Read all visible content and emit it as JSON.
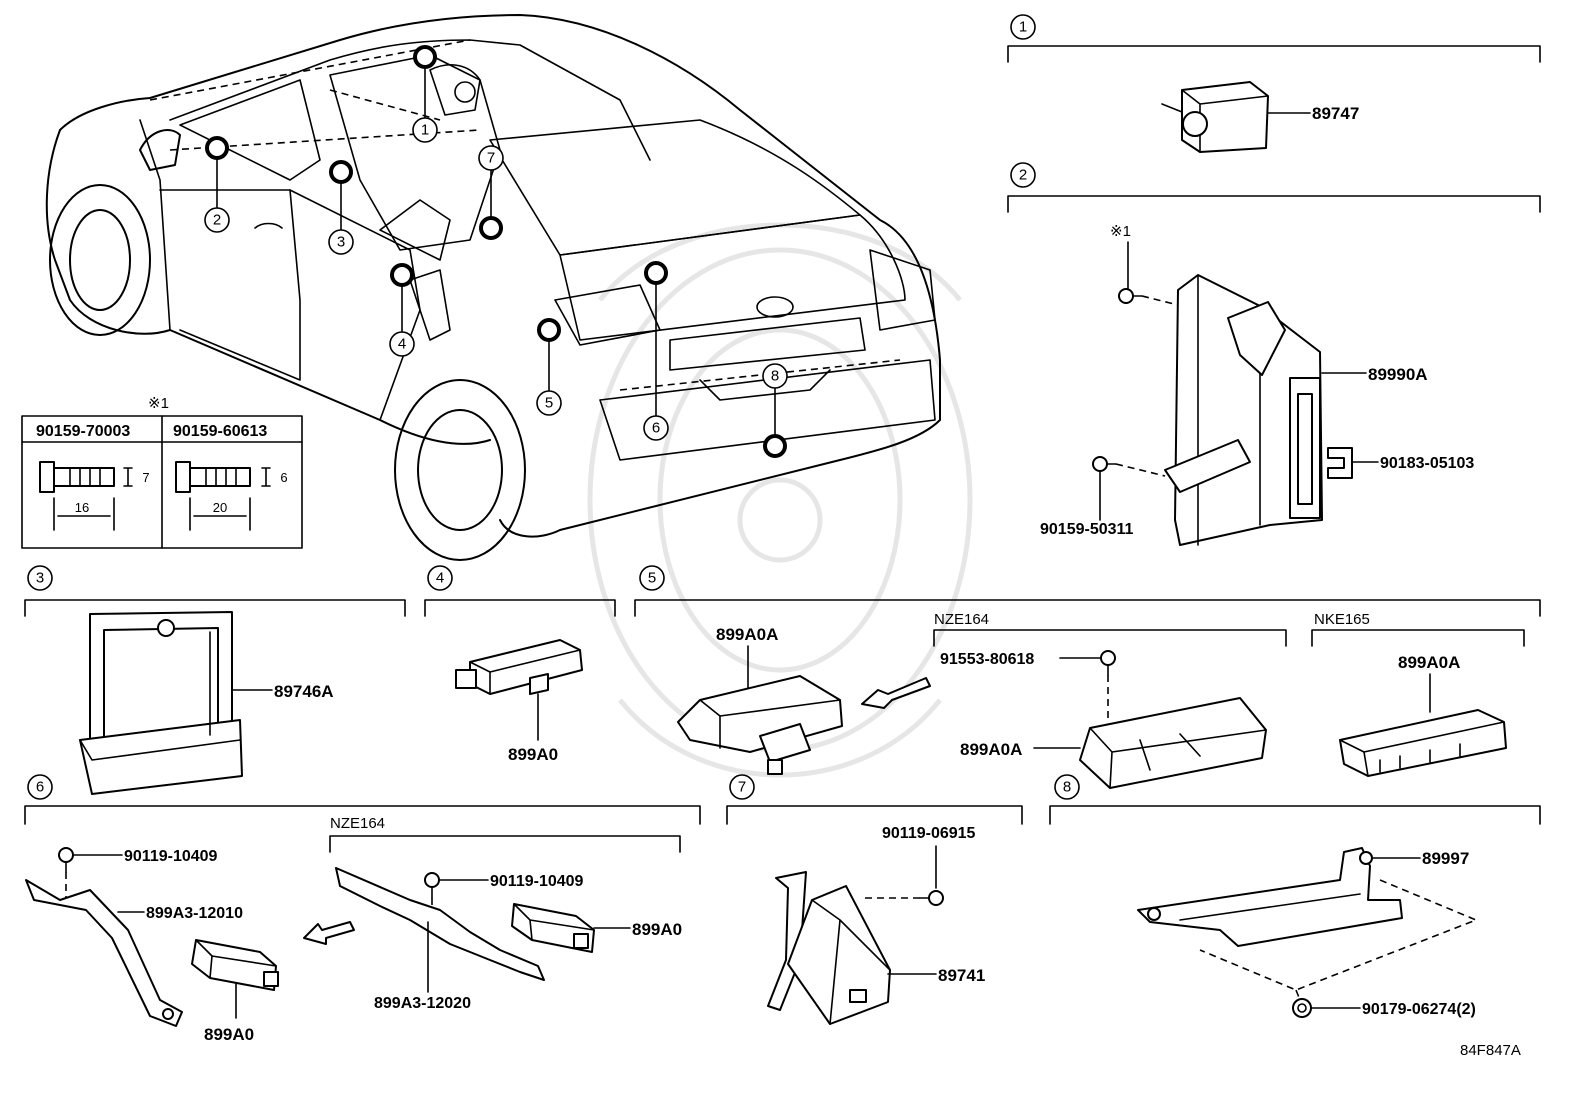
{
  "callouts": [
    "1",
    "2",
    "3",
    "4",
    "5",
    "6",
    "7",
    "8"
  ],
  "note_mark": "※1",
  "bolt_table": {
    "header_mark": "※1",
    "columns": [
      {
        "part_number": "90159-70003",
        "length": "16",
        "diameter": "7"
      },
      {
        "part_number": "90159-60613",
        "length": "20",
        "diameter": "6"
      }
    ]
  },
  "sections": {
    "s1": {
      "index": "1",
      "parts": {
        "main": "89747"
      }
    },
    "s2": {
      "index": "2",
      "note": "※1",
      "parts": {
        "ecu": "89990A",
        "clip": "90183-05103",
        "bolt": "90159-50311"
      }
    },
    "s3": {
      "index": "3",
      "parts": {
        "bracket": "89746A"
      }
    },
    "s4": {
      "index": "4",
      "parts": {
        "antenna": "899A0"
      }
    },
    "s5": {
      "index": "5",
      "parts": {
        "antenna": "899A0A"
      },
      "variants": [
        {
          "model": "NZE164",
          "parts": {
            "bolt": "91553-80618",
            "antenna": "899A0A"
          }
        },
        {
          "model": "NKE165",
          "parts": {
            "antenna": "899A0A"
          }
        }
      ]
    },
    "s6": {
      "index": "6",
      "parts": {
        "screw": "90119-10409",
        "bracket": "899A3-12010",
        "antenna": "899A0"
      },
      "variant": {
        "model": "NZE164",
        "parts": {
          "screw": "90119-10409",
          "bracket": "899A3-12020",
          "antenna": "899A0"
        }
      }
    },
    "s7": {
      "index": "7",
      "parts": {
        "screw": "90119-06915",
        "module": "89741"
      }
    },
    "s8": {
      "index": "8",
      "parts": {
        "bracket": "89997",
        "nut": "90179-06274(2)"
      }
    }
  },
  "illustration_code": "84F847A",
  "colors": {
    "line": "#000000",
    "background": "#ffffff",
    "watermark": "#e6e6e6"
  }
}
